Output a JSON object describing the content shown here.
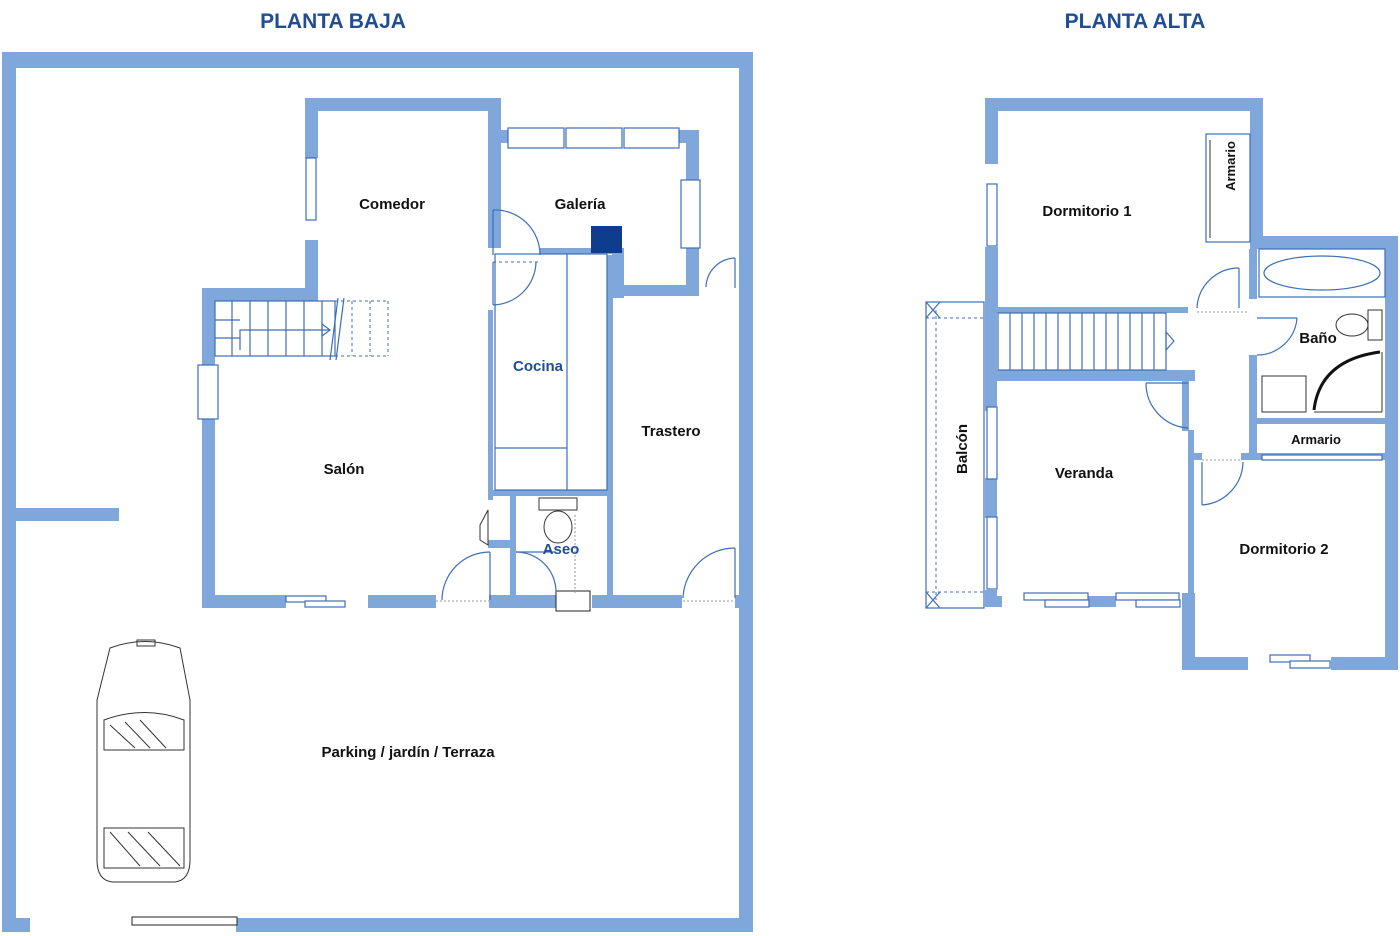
{
  "titles": {
    "ground": "PLANTA BAJA",
    "upper": "PLANTA ALTA"
  },
  "ground_floor_rooms": {
    "comedor": "Comedor",
    "galeria": "Galería",
    "cocina": "Cocina",
    "trastero": "Trastero",
    "salon": "Salón",
    "aseo": "Aseo",
    "parking": "Parking / jardín / Terraza"
  },
  "upper_floor_rooms": {
    "dormitorio1": "Dormitorio 1",
    "armario1": "Armario",
    "bano": "Baño",
    "armario2": "Armario",
    "balcon": "Balcón",
    "veranda": "Veranda",
    "dormitorio2": "Dormitorio 2"
  },
  "colors": {
    "wall": "#7fa7db",
    "title": "#1f4e95",
    "fixture_line": "#3d6fb6",
    "boiler": "#0d3d8c"
  }
}
